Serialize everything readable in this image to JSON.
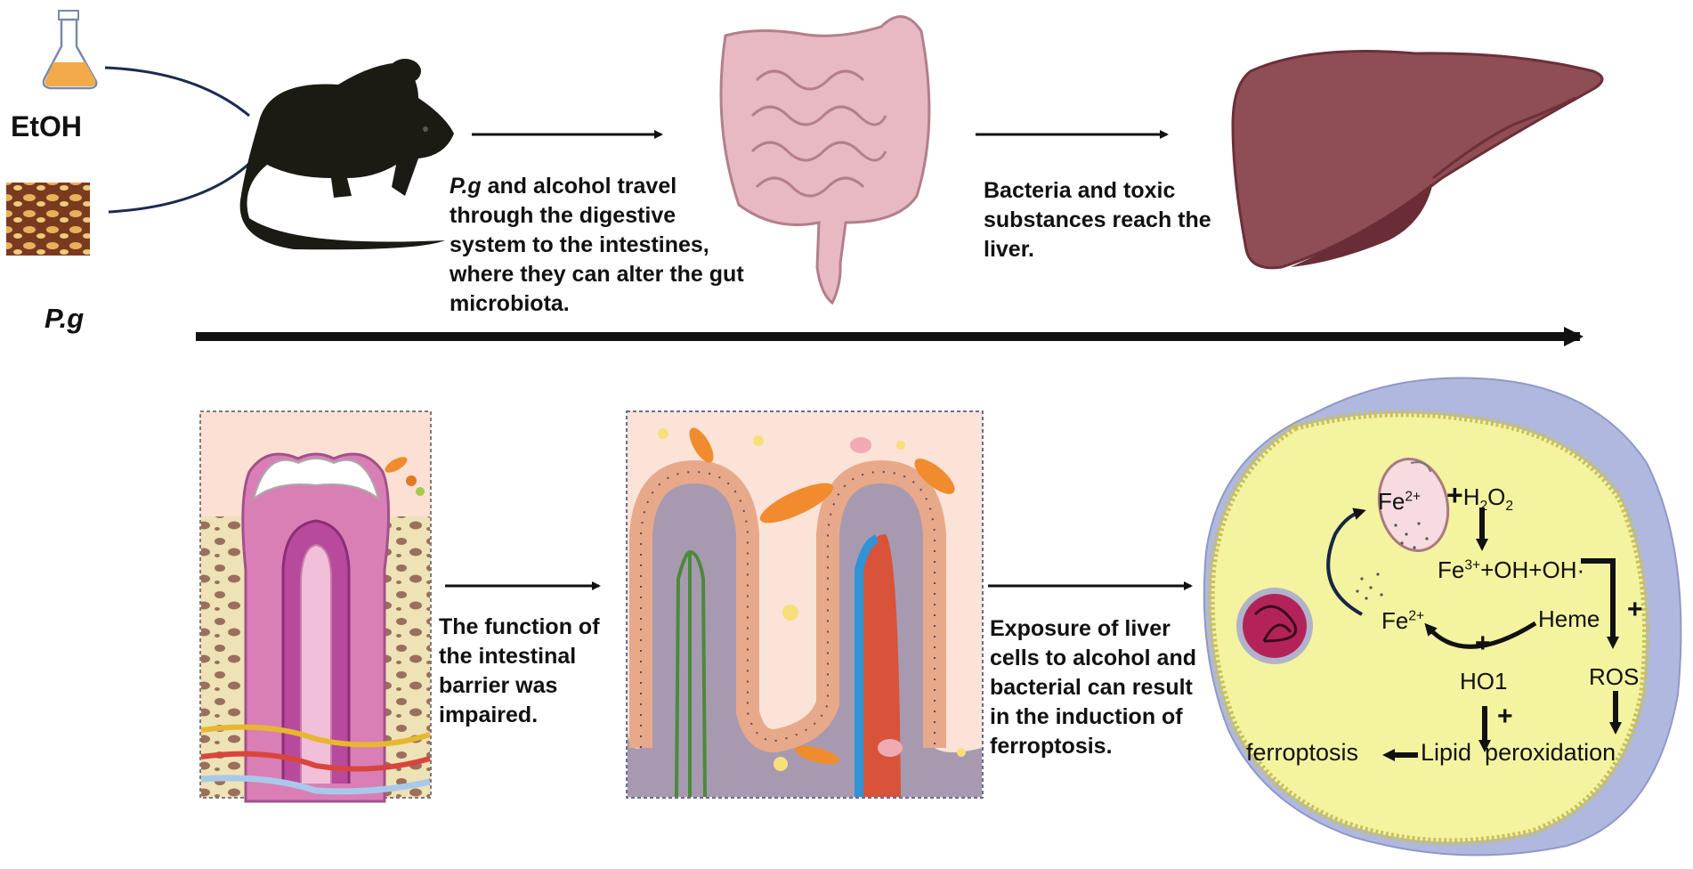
{
  "labels": {
    "etoh": "EtOH",
    "pg": "P.g"
  },
  "captions": {
    "step1_em": "P.g",
    "step1_rest": " and alcohol travel through the digestive system to the intestines, where they can alter the gut microbiota.",
    "step2": "Bacteria and toxic substances reach the liver.",
    "step3": "The function of the intestinal barrier was impaired.",
    "step4": "Exposure of liver cells to alcohol and bacterial can result in the induction of ferroptosis."
  },
  "pathway": {
    "fe2_vesicle": "Fe",
    "fe2_vesicle_sup": "2+",
    "h2o2_plus": "+",
    "h2o2_h": "H",
    "h2o2_sub1": "2",
    "h2o2_o": "O",
    "h2o2_sub2": "2",
    "fe3_fe": "Fe",
    "fe3_sup": "3+",
    "fe3_rest": "+OH+OH·",
    "fe2_left": "Fe",
    "fe2_left_sup": "2+",
    "heme": "Heme",
    "plus_right": "+",
    "plus_loop": "+",
    "plus_ho1": "+",
    "ho1": "HO1",
    "ros": "ROS",
    "ferroptosis": "ferroptosis",
    "lipid": "Lipid  peroxidation"
  },
  "colors": {
    "arrow": "#111111",
    "connector": "#1c2a52",
    "cell_membrane": "#b0b8df",
    "cell_body": "#f4f3a0",
    "liver": "#8f4d56",
    "intestine": "#e7b9c3",
    "bacteria": "#f08c2e"
  }
}
